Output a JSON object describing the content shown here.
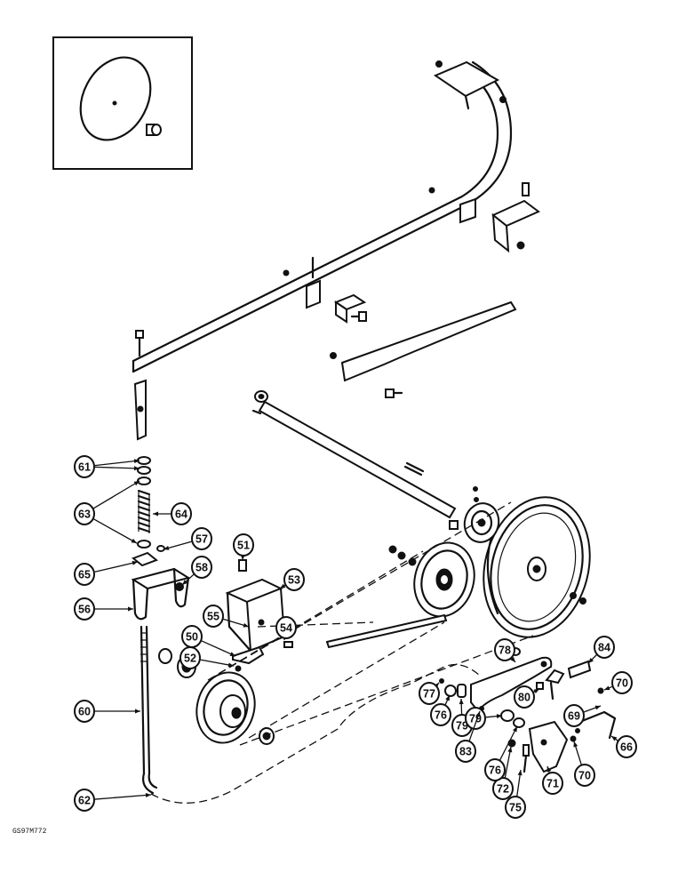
{
  "drawing_code": "GS97M772",
  "callouts": [
    {
      "id": "c50",
      "label": "50"
    },
    {
      "id": "c51",
      "label": "51"
    },
    {
      "id": "c52",
      "label": "52"
    },
    {
      "id": "c53",
      "label": "53"
    },
    {
      "id": "c54",
      "label": "54"
    },
    {
      "id": "c55",
      "label": "55"
    },
    {
      "id": "c56",
      "label": "56"
    },
    {
      "id": "c57",
      "label": "57"
    },
    {
      "id": "c58",
      "label": "58"
    },
    {
      "id": "c60",
      "label": "60"
    },
    {
      "id": "c61",
      "label": "61"
    },
    {
      "id": "c62",
      "label": "62"
    },
    {
      "id": "c63",
      "label": "63"
    },
    {
      "id": "c64",
      "label": "64"
    },
    {
      "id": "c65",
      "label": "65"
    },
    {
      "id": "c66",
      "label": "66"
    },
    {
      "id": "c69",
      "label": "69"
    },
    {
      "id": "c70a",
      "label": "70"
    },
    {
      "id": "c70b",
      "label": "70"
    },
    {
      "id": "c71",
      "label": "71"
    },
    {
      "id": "c72",
      "label": "72"
    },
    {
      "id": "c75",
      "label": "75"
    },
    {
      "id": "c76a",
      "label": "76"
    },
    {
      "id": "c76b",
      "label": "76"
    },
    {
      "id": "c77",
      "label": "77"
    },
    {
      "id": "c78",
      "label": "78"
    },
    {
      "id": "c79a",
      "label": "79"
    },
    {
      "id": "c79b",
      "label": "79"
    },
    {
      "id": "c80",
      "label": "80"
    },
    {
      "id": "c83",
      "label": "83"
    },
    {
      "id": "c84",
      "label": "84"
    }
  ]
}
